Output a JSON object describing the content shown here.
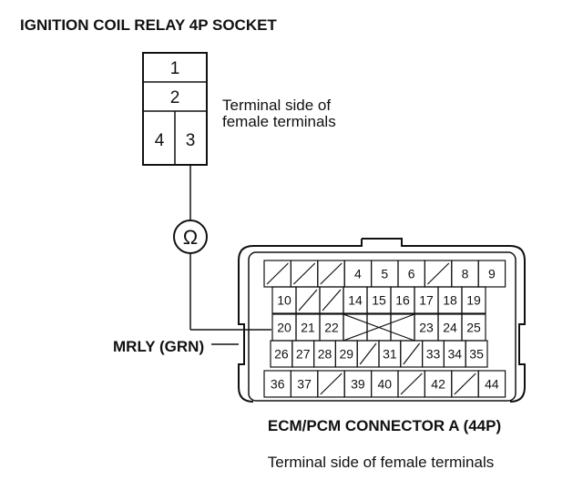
{
  "socket": {
    "title": "IGNITION COIL RELAY 4P SOCKET",
    "note_line1": "Terminal side of",
    "note_line2": "female terminals",
    "terminals": [
      "1",
      "2",
      "4",
      "3"
    ]
  },
  "meter": {
    "symbol": "Ω"
  },
  "wire": {
    "label": "MRLY (GRN)"
  },
  "connector": {
    "title": "ECM/PCM CONNECTOR A (44P)",
    "note": "Terminal side of female terminals",
    "rows": [
      [
        "",
        "",
        "",
        "4",
        "5",
        "6",
        "",
        "8",
        "9"
      ],
      [
        "10",
        "",
        "",
        "14",
        "15",
        "16",
        "17",
        "18",
        "19"
      ],
      [
        "20",
        "21",
        "22",
        "",
        "",
        "",
        "23",
        "24",
        "25"
      ],
      [
        "26",
        "27",
        "28",
        "29",
        "",
        "31",
        "",
        "33",
        "34",
        "35"
      ],
      [
        "36",
        "37",
        "",
        "39",
        "40",
        "",
        "42",
        "",
        "44"
      ]
    ]
  }
}
